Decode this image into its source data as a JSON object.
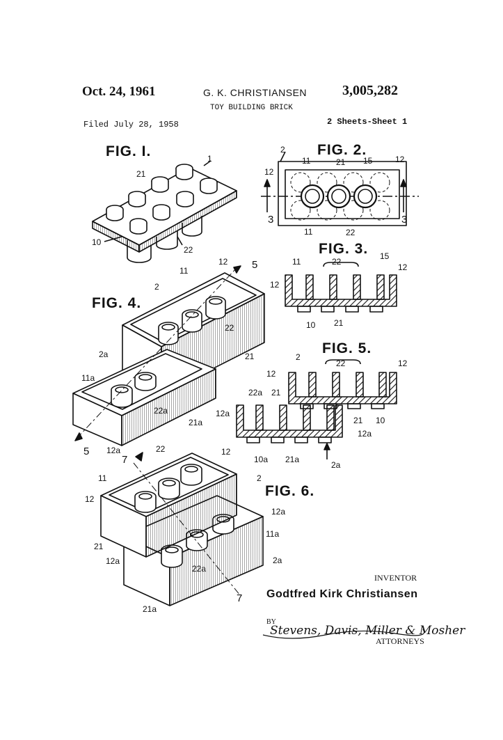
{
  "header": {
    "date": "Oct. 24, 1961",
    "inventor_header": "G. K. CHRISTIANSEN",
    "patent_number": "3,005,282",
    "title": "TOY BUILDING BRICK",
    "filed": "Filed July 28, 1958",
    "sheets": "2 Sheets-Sheet 1"
  },
  "figures": {
    "fig1": "FIG. I.",
    "fig2": "FIG. 2.",
    "fig3": "FIG. 3.",
    "fig4": "FIG. 4.",
    "fig5": "FIG. 5.",
    "fig6": "FIG. 6."
  },
  "refs": {
    "r1": "1",
    "r2": "2",
    "r10": "10",
    "r11": "11",
    "r12": "12",
    "r15": "15",
    "r21": "21",
    "r22": "22",
    "r3": "3",
    "r5": "5",
    "r7": "7",
    "r2a": "2a",
    "r10a": "10a",
    "r11a": "11a",
    "r12a": "12a",
    "r21a": "21a",
    "r22a": "22a"
  },
  "footer": {
    "inventor_label": "INVENTOR",
    "inventor_name": "Godtfred Kirk Christiansen",
    "by": "BY",
    "attorneys_signature": "Stevens, Davis, Miller & Mosher",
    "attorneys_label": "ATTORNEYS"
  }
}
